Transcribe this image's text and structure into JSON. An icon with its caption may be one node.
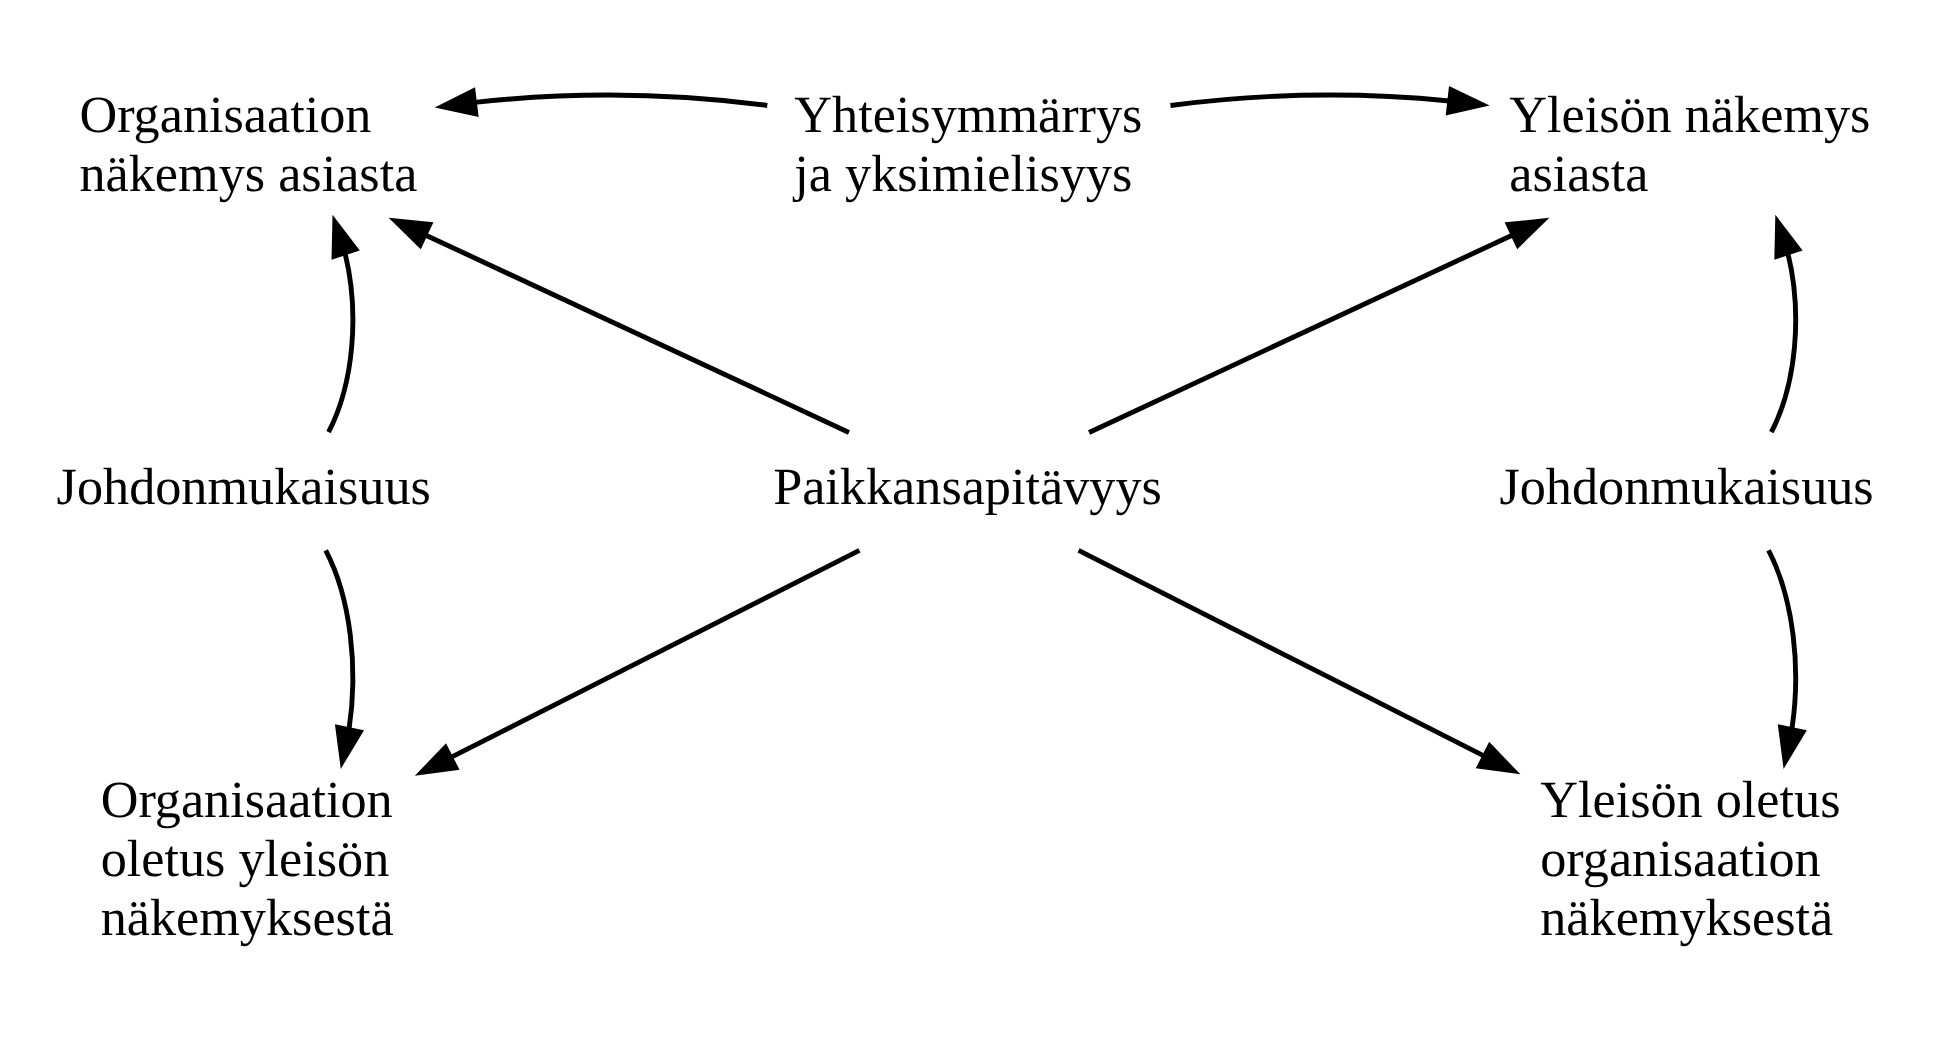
{
  "diagram": {
    "nodes": [
      {
        "text": [
          "Organisaation näkemys asiasta"
        ]
      },
      {
        "text": [
          "Yhteisymmärrys ja yksimielisyys"
        ]
      },
      {
        "text": [
          "Yleisön näkemys asiasta"
        ]
      },
      {
        "text": [
          "Johdonmukaisuus"
        ]
      },
      {
        "text": [
          "Paikkansapitävyys"
        ]
      },
      {
        "text": [
          "Johdonmukaisuus"
        ]
      },
      {
        "text": [
          "Organisaation oletus yleisön näkemyksestä"
        ]
      },
      {
        "text": [
          "Yleisön oletus organisaation näkemyksestä"
        ]
      }
    ],
    "edges": [
      {
        "from": 1,
        "to": 0,
        "arrow": "to"
      },
      {
        "from": 1,
        "to": 2,
        "arrow": "to"
      },
      {
        "from": 3,
        "to": 0,
        "arrow": "to"
      },
      {
        "from": 4,
        "to": 0,
        "arrow": "to"
      },
      {
        "from": 4,
        "to": 2,
        "arrow": "to"
      },
      {
        "from": 5,
        "to": 2,
        "arrow": "to"
      },
      {
        "from": 3,
        "to": 6,
        "arrow": "to"
      },
      {
        "from": 4,
        "to": 6,
        "arrow": "to"
      },
      {
        "from": 4,
        "to": 7,
        "arrow": "to"
      },
      {
        "from": 5,
        "to": 7,
        "arrow": "to"
      }
    ]
  }
}
